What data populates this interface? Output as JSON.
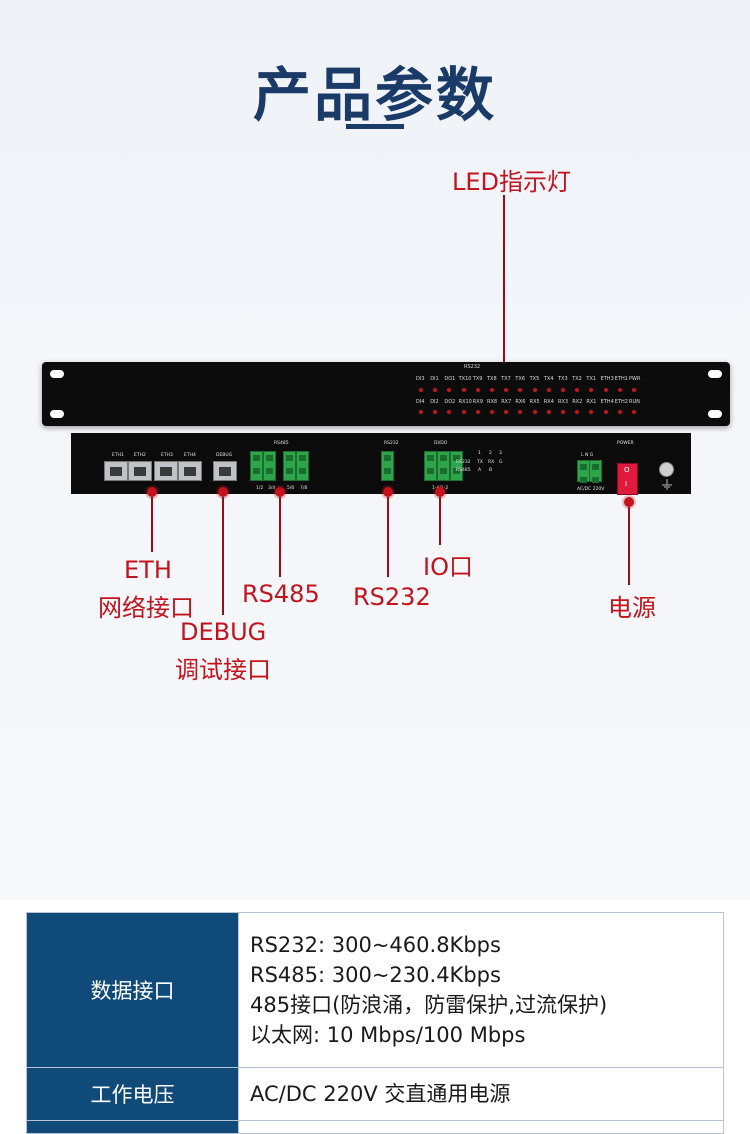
{
  "page": {
    "title": "产品参数"
  },
  "callouts": {
    "led": "LED指示灯",
    "eth_line1": "ETH",
    "eth_line2": "网络接口",
    "debug_line1": "DEBUG",
    "debug_line2": "调试接口",
    "rs485": "RS485",
    "rs232": "RS232",
    "io": "IO口",
    "power": "电源"
  },
  "front_panel": {
    "group_label": "RS232",
    "top_labels": [
      "DI3",
      "DI1",
      "DO1",
      "TX10",
      "TX9",
      "TX8",
      "TX7",
      "TX6",
      "TX5",
      "TX4",
      "TX3",
      "TX2",
      "TX1",
      "ETH3",
      "ETH1",
      "PWR"
    ],
    "bottom_labels": [
      "DI4",
      "DI2",
      "DO2",
      "RX10",
      "RX9",
      "RX8",
      "RX7",
      "RX6",
      "RX5",
      "RX4",
      "RX3",
      "RX2",
      "RX1",
      "ETH4",
      "ETH2",
      "RUN"
    ]
  },
  "rear_panel": {
    "eth_ports": [
      "ETH1",
      "ETH2",
      "ETH3",
      "ETH4"
    ],
    "debug": "DEBUG",
    "rs485": "RS485",
    "rs485_ports": [
      "1/2",
      "3/4",
      "5/6",
      "7/8"
    ],
    "rs232": "RS232",
    "dido": "DI/DO",
    "dido_sub": "1-4/1-2",
    "map_head": [
      "1",
      "2",
      "3"
    ],
    "map_rows": [
      [
        "RS232",
        "TX",
        "RX",
        "G"
      ],
      [
        "RS485",
        "A",
        "B",
        ""
      ]
    ],
    "lng": "L  N  G",
    "acdc": "AC/DC 220V",
    "power": "POWER",
    "switch_on": "O",
    "switch_off": "I"
  },
  "specs": {
    "rows": [
      {
        "label": "数据接口",
        "lines": [
          "RS232: 300~460.8Kbps",
          "RS485: 300~230.4Kbps",
          "485接口(防浪涌，防雷保护,过流保护)",
          "以太网: 10 Mbps/100 Mbps"
        ]
      },
      {
        "label": "工作电压",
        "lines": [
          "AC/DC 220V  交直通用电源"
        ]
      }
    ]
  },
  "colors": {
    "accent": "#c3131c",
    "brand": "#0f4a79",
    "title": "#1a3a67"
  }
}
